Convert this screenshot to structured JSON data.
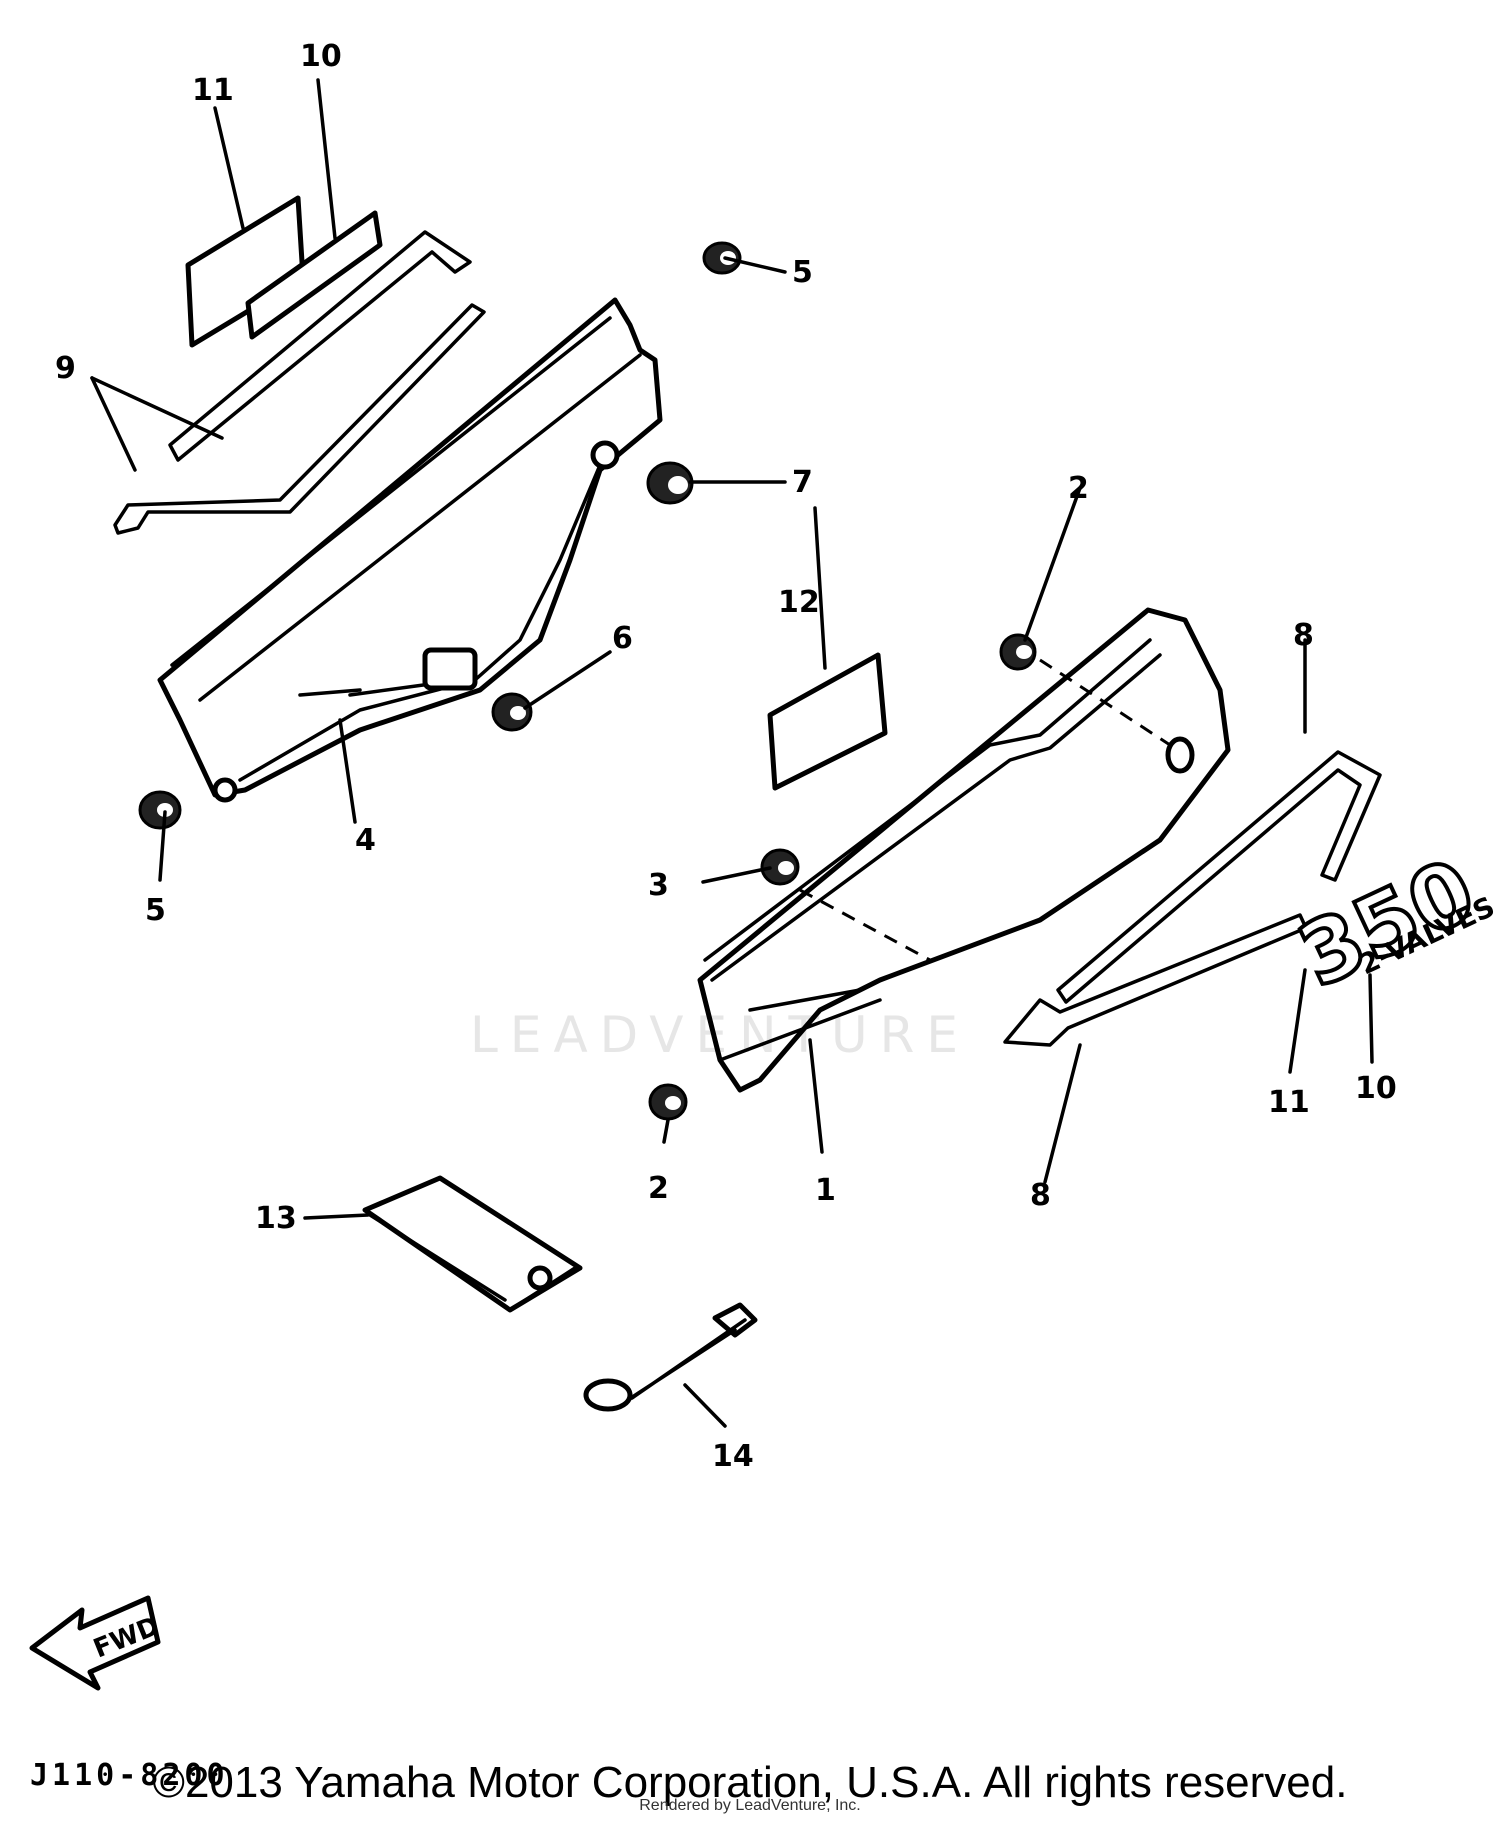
{
  "diagram": {
    "callouts": [
      "11",
      "10",
      "9",
      "5",
      "7",
      "2",
      "12",
      "6",
      "8",
      "5",
      "4",
      "3",
      "11",
      "10",
      "2",
      "1",
      "8",
      "13",
      "14"
    ],
    "fwd_label": "FWD",
    "emblem_number": "350",
    "emblem_text": "2-VALVES"
  },
  "footer": {
    "diagram_code": "J110-8200",
    "copyright": "©2013 Yamaha Motor Corporation, U.S.A. All rights reserved.",
    "rendered_by": "Rendered by LeadVenture, Inc.",
    "watermark": "LEADVENTURE"
  }
}
